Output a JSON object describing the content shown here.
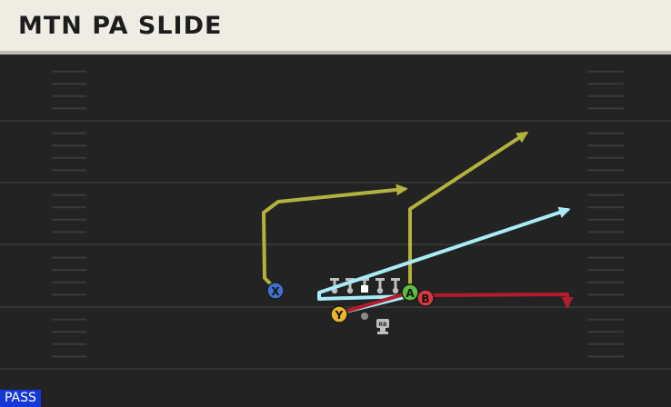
{
  "play": {
    "title": "MTN PA SLIDE",
    "type_badge": "PASS"
  },
  "players": {
    "x": "X",
    "y": "Y",
    "a": "A",
    "b": "B",
    "rb": "RB"
  },
  "colors": {
    "header_bg": "#efece4",
    "field_bg": "#232323",
    "route_yellow": "#b3b23f",
    "route_light_blue": "#a8ecfa",
    "route_red": "#b31c2c",
    "player_x": "#3f72cf",
    "player_y": "#e8b62a",
    "player_a": "#5dbd3f",
    "player_b": "#d9383d",
    "badge_bg": "#1438d8"
  }
}
